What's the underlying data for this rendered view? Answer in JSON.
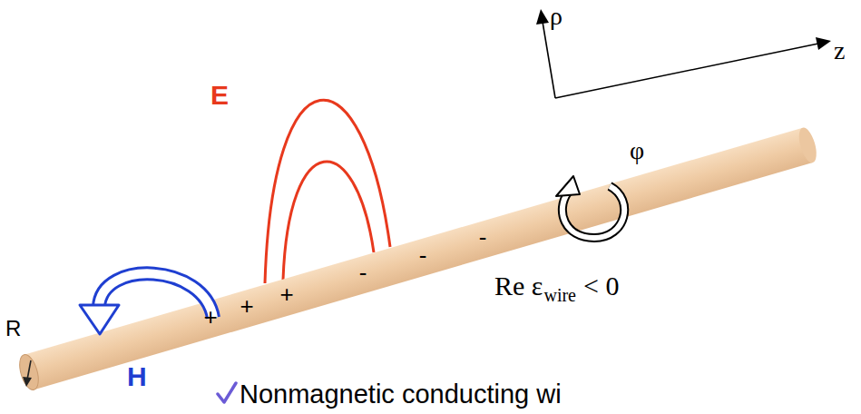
{
  "diagram": {
    "labels": [
      "ρ",
      "z",
      "φ",
      "E",
      "H",
      "R",
      "+",
      "+",
      "+",
      "-",
      "-",
      "-",
      "Re ε",
      "wire",
      "< 0",
      "Nonmagnetic conducting wi"
    ]
  }
}
